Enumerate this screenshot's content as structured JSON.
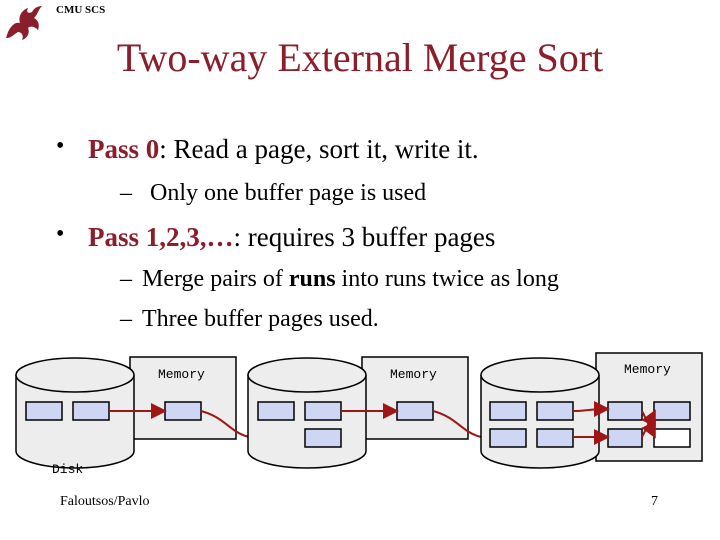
{
  "header": {
    "org": "CMU SCS",
    "logo": "dragon-logo"
  },
  "title": "Two-way External Merge Sort",
  "bullets": [
    {
      "label": "Pass 0",
      "text": ": Read a page, sort it, write it.",
      "sub": [
        "Only one buffer page is used"
      ]
    },
    {
      "label": "Pass 1,2,3,…",
      "text": ": requires 3 buffer pages",
      "sub_pre": "Merge pairs of ",
      "sub_bold": "runs",
      "sub_post": " into runs twice as long",
      "sub2": "Three buffer pages used."
    }
  ],
  "diagram": {
    "memory_labels": [
      "Memory",
      "Memory",
      "Memory"
    ],
    "disk_label": "Disk",
    "colors": {
      "page_fill": "#cfd6f3",
      "arrow": "#9e1616",
      "box_fill": "#ededed"
    }
  },
  "footer": {
    "left": "Faloutsos/Pavlo",
    "page": "7"
  },
  "colors": {
    "accent": "#8b1e2a",
    "bullet_bold": "#8b1e2a"
  }
}
